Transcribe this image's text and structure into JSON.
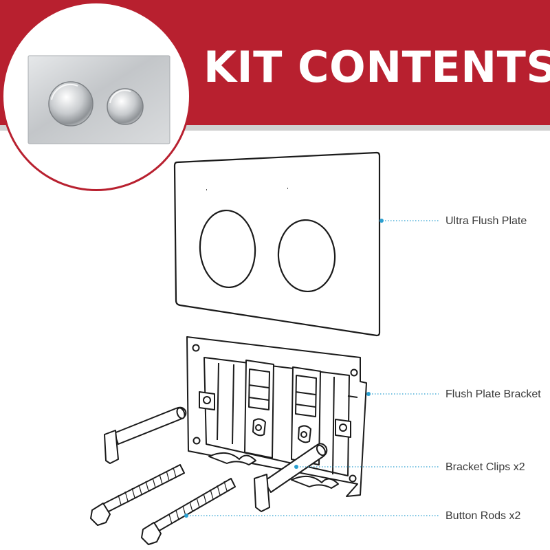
{
  "header": {
    "title": "KIT CONTENTS",
    "banner_color": "#b8202f"
  },
  "product_icon": "dual-flush-plate-photo",
  "callouts": [
    {
      "label": "Ultra Flush Plate"
    },
    {
      "label": "Flush Plate Bracket"
    },
    {
      "label": "Bracket Clips x2"
    },
    {
      "label": "Button Rods x2"
    }
  ],
  "leader_color": "#2a9fd0"
}
